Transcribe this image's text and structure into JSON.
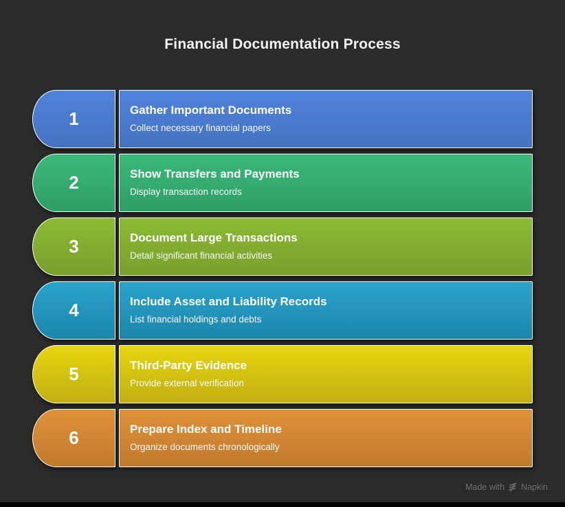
{
  "title": "Financial Documentation Process",
  "background_color": "#2b2b2b",
  "steps": [
    {
      "number": "1",
      "title": "Gather Important Documents",
      "subtitle": "Collect necessary financial papers",
      "color_top": "#4f84db",
      "color_bottom": "#4672c1"
    },
    {
      "number": "2",
      "title": "Show Transfers and Payments",
      "subtitle": "Display transaction records",
      "color_top": "#3bb97a",
      "color_bottom": "#2e9f64"
    },
    {
      "number": "3",
      "title": "Document Large Transactions",
      "subtitle": "Detail significant financial activities",
      "color_top": "#8cba35",
      "color_bottom": "#77a02b"
    },
    {
      "number": "4",
      "title": "Include Asset and Liability Records",
      "subtitle": "List financial holdings and debts",
      "color_top": "#29a3cc",
      "color_bottom": "#1d86ab"
    },
    {
      "number": "5",
      "title": "Third-Party Evidence",
      "subtitle": "Provide external verification",
      "color_top": "#e7d60f",
      "color_bottom": "#c0af13"
    },
    {
      "number": "6",
      "title": "Prepare Index and Timeline",
      "subtitle": "Organize documents chronologically",
      "color_top": "#e09138",
      "color_bottom": "#c07a2d"
    }
  ],
  "watermark": {
    "text": "Made with",
    "brand": "Napkin"
  }
}
